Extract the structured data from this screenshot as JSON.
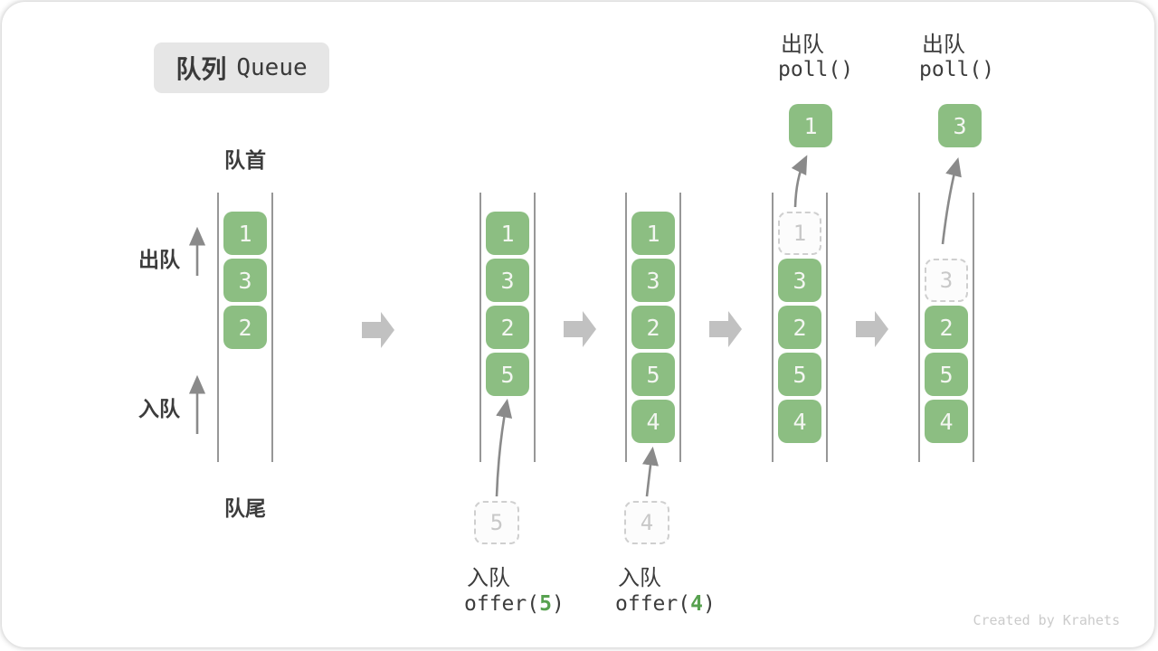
{
  "title": {
    "zh": "队列",
    "en": "Queue"
  },
  "labels": {
    "front": "队首",
    "rear": "队尾",
    "dequeue": "出队",
    "enqueue": "入队"
  },
  "columns": [
    {
      "boxes": [
        "1",
        "3",
        "2"
      ]
    },
    {
      "boxes": [
        "1",
        "3",
        "2",
        "5"
      ],
      "pending": "5",
      "op": {
        "label": "入队",
        "code_pre": "offer(",
        "arg": "5",
        "code_post": ")"
      }
    },
    {
      "boxes": [
        "1",
        "3",
        "2",
        "5",
        "4"
      ],
      "pending": "4",
      "op": {
        "label": "入队",
        "code_pre": "offer(",
        "arg": "4",
        "code_post": ")"
      }
    },
    {
      "ghost": "1",
      "boxes": [
        "3",
        "2",
        "5",
        "4"
      ],
      "popped": "1",
      "op": {
        "label": "出队",
        "code": "poll()"
      }
    },
    {
      "ghost": "3",
      "boxes": [
        "2",
        "5",
        "4"
      ],
      "popped": "3",
      "op": {
        "label": "出队",
        "code": "poll()"
      }
    }
  ],
  "colors": {
    "box_green": "#8cbe82",
    "box_text": "#f3f6f1",
    "code_arg_green": "#57a14f",
    "rail_gray": "#979797",
    "thin_arrow_gray": "#8a8a8a",
    "block_arrow_gray": "#c1c1c1",
    "dashed_border": "#cfcfcf",
    "dashed_text": "#c8c8c8",
    "text_dark": "#3c3c3c",
    "title_bg": "#e6e6e6",
    "watermark_gray": "#cbcbcb"
  },
  "watermark": "Created by Krahets"
}
